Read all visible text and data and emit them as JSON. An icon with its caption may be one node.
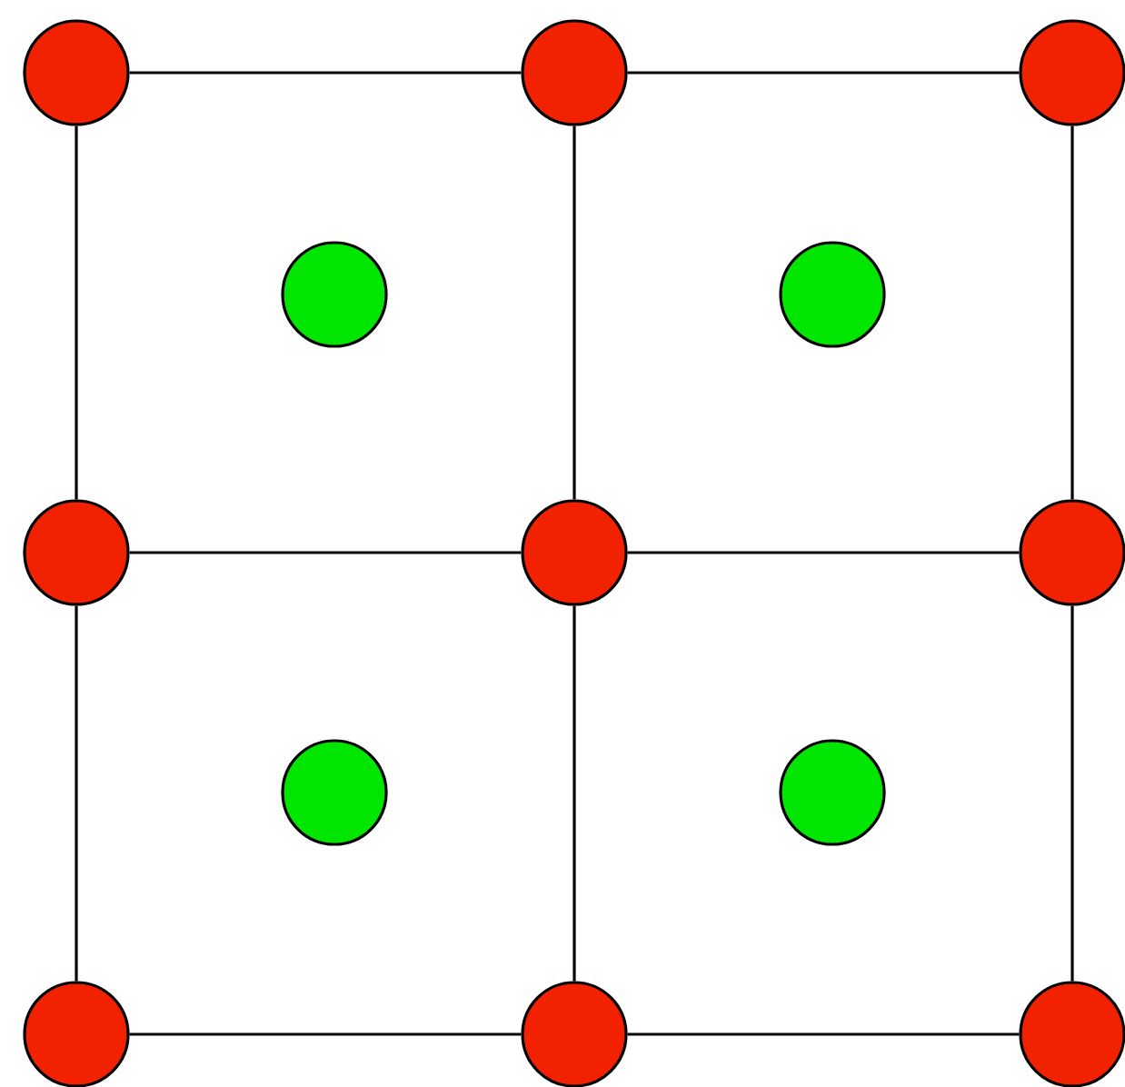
{
  "diagram": {
    "nodes": [
      {
        "text": [],
        "shape": "circle"
      },
      {
        "text": [],
        "shape": "circle"
      },
      {
        "text": [],
        "shape": "circle"
      },
      {
        "text": [],
        "shape": "circle"
      },
      {
        "text": [],
        "shape": "circle"
      },
      {
        "text": [],
        "shape": "circle"
      },
      {
        "text": [],
        "shape": "circle"
      },
      {
        "text": [],
        "shape": "circle"
      },
      {
        "text": [],
        "shape": "circle"
      },
      {
        "text": [],
        "shape": "circle"
      },
      {
        "text": [],
        "shape": "circle"
      },
      {
        "text": [],
        "shape": "circle"
      },
      {
        "text": [],
        "shape": "circle"
      }
    ],
    "edges": [
      {
        "from": 0,
        "to": 1,
        "arrow": "none"
      },
      {
        "from": 1,
        "to": 2,
        "arrow": "none"
      },
      {
        "from": 0,
        "to": 5,
        "arrow": "none"
      },
      {
        "from": 1,
        "to": 6,
        "arrow": "none"
      },
      {
        "from": 2,
        "to": 7,
        "arrow": "none"
      },
      {
        "from": 5,
        "to": 6,
        "arrow": "none"
      },
      {
        "from": 6,
        "to": 7,
        "arrow": "none"
      },
      {
        "from": 5,
        "to": 10,
        "arrow": "none"
      },
      {
        "from": 6,
        "to": 11,
        "arrow": "none"
      },
      {
        "from": 7,
        "to": 12,
        "arrow": "none"
      },
      {
        "from": 10,
        "to": 11,
        "arrow": "none"
      },
      {
        "from": 11,
        "to": 12,
        "arrow": "none"
      }
    ]
  }
}
